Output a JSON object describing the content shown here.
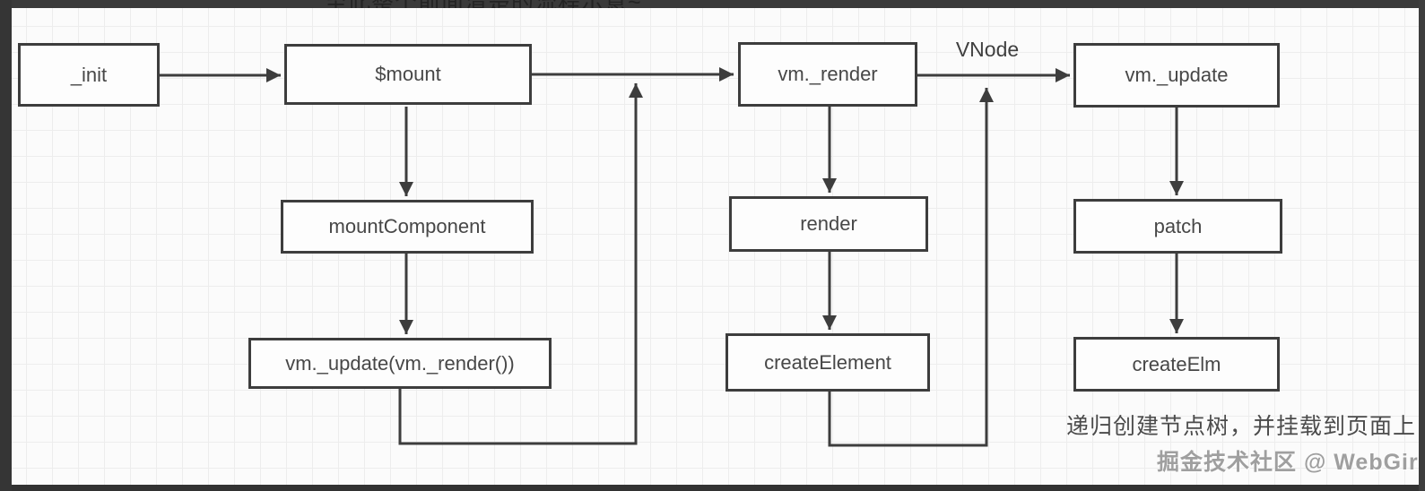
{
  "top_bar": {
    "clipped_text": "至此整个前面清楚的流程示意~"
  },
  "diagram": {
    "nodes": [
      {
        "id": "init",
        "label": "_init"
      },
      {
        "id": "mount",
        "label": "$mount"
      },
      {
        "id": "vm-render",
        "label": "vm._render"
      },
      {
        "id": "vm-update",
        "label": "vm._update"
      },
      {
        "id": "mount-component",
        "label": "mountComponent"
      },
      {
        "id": "vm-update-call",
        "label": "vm._update(vm._render())"
      },
      {
        "id": "render",
        "label": "render"
      },
      {
        "id": "create-element",
        "label": "createElement"
      },
      {
        "id": "patch",
        "label": "patch"
      },
      {
        "id": "create-elm",
        "label": "createElm"
      }
    ],
    "edge_label": "VNode",
    "caption": "递归创建节点树，并挂载到页面上",
    "watermark": "掘金技术社区 @ WebGirl"
  },
  "colors": {
    "line": "#3d3d3d",
    "box_border": "#3d3d3d",
    "box_fill": "#fdfdfd",
    "background": "#fbfbfb",
    "grid_line": "#ededed",
    "letterbox_bar": "#3a3a3a",
    "node_text": "#474747",
    "caption_text": "#4b4b4b",
    "watermark_text": "#9f9f9f"
  }
}
